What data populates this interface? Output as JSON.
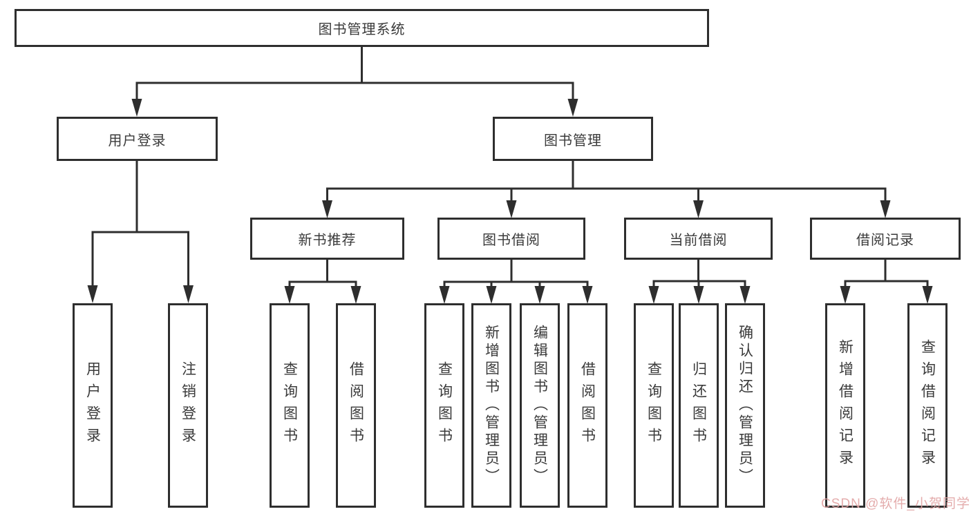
{
  "colors": {
    "line": "#2e2e2e",
    "box_border": "#2e2e2e",
    "box_fill": "#ffffff",
    "text": "#3a3a3a",
    "background": "#ffffff",
    "watermark": "#e2a4a4"
  },
  "diagram": {
    "root": "图书管理系统",
    "level1": {
      "user_login": "用户登录",
      "book_management": "图书管理"
    },
    "level2": {
      "new_book": "新书推荐",
      "book_borrow": "图书借阅",
      "current_borrow": "当前借阅",
      "borrow_records": "借阅记录"
    },
    "leaves": {
      "user_login": [
        "用户登录",
        "注销登录"
      ],
      "new_book": [
        "查询图书",
        "借阅图书"
      ],
      "book_borrow": [
        "查询图书",
        "新增图书（管理员）",
        "编辑图书（管理员）",
        "借阅图书"
      ],
      "current_borrow": [
        "查询图书",
        "归还图书",
        "确认归还（管理员）"
      ],
      "borrow_records": [
        "新增借阅记录",
        "查询借阅记录"
      ]
    }
  },
  "watermark": "CSDN @软件_小贺同学"
}
